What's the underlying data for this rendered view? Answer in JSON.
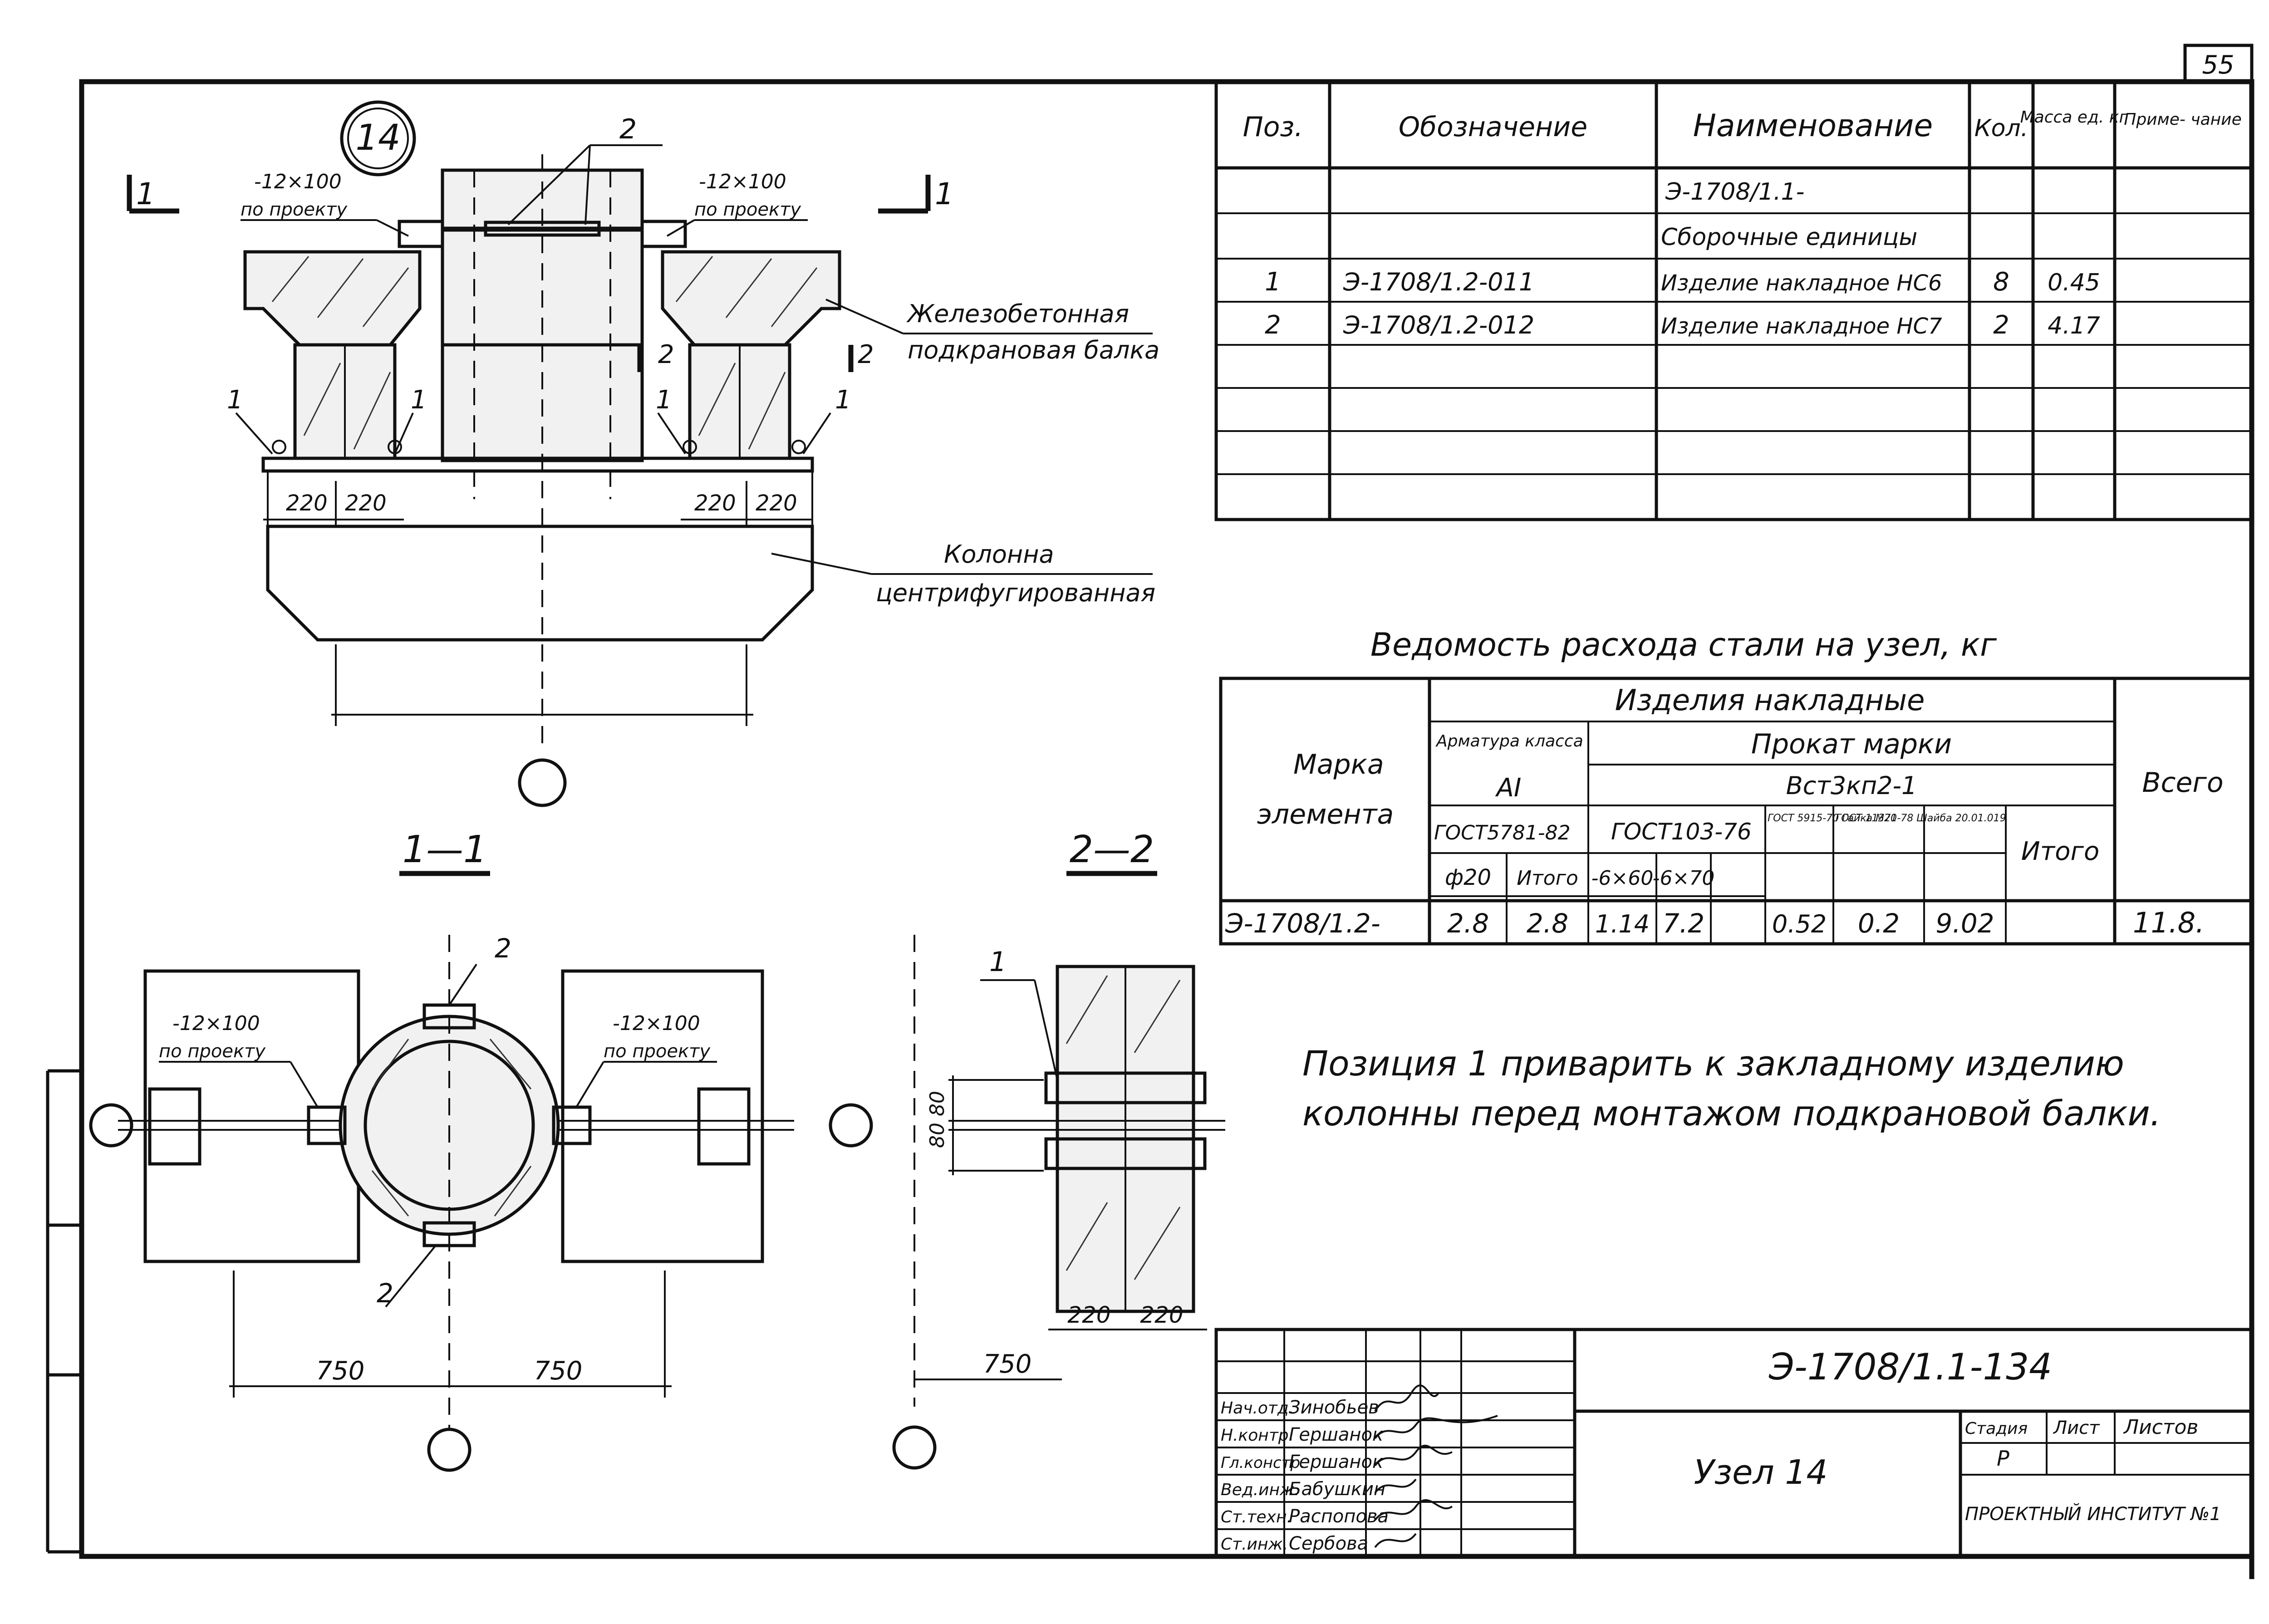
{
  "sheet": {
    "page_number": "55",
    "node_number": "14",
    "section_cuts": {
      "c1": "1",
      "c2": "2",
      "c1_title": "1—1",
      "c2_title": "2—2"
    }
  },
  "elevation": {
    "plate_left": [
      "-12×100",
      "по проекту"
    ],
    "plate_right": [
      "-12×100",
      "по проекту"
    ],
    "pos_1": "1",
    "pos_2": "2",
    "dims": [
      "220",
      "220",
      "220",
      "220"
    ],
    "beam_label": [
      "Железобетонная",
      "подкрановая балка"
    ],
    "column_label": [
      "Колонна",
      "центрифугированная"
    ]
  },
  "section_1_1": {
    "plate_left": [
      "-12×100",
      "по проекту"
    ],
    "plate_right": [
      "-12×100",
      "по проекту"
    ],
    "pos_2_top": "2",
    "pos_2_bottom": "2",
    "dims": [
      "750",
      "750"
    ]
  },
  "section_2_2": {
    "pos_1": "1",
    "dim_v": "80 80",
    "dims": [
      "220",
      "220"
    ],
    "dim_h": "750"
  },
  "spec_table": {
    "headers": [
      "Поз.",
      "Обозначение",
      "Наименование",
      "Кол.",
      "Масса ед. кг",
      "Приме- чание"
    ],
    "rows": [
      [
        "",
        "",
        "Э-1708/1.1-",
        "",
        "",
        ""
      ],
      [
        "",
        "",
        "Сборочные единицы",
        "",
        "",
        ""
      ],
      [
        "1",
        "Э-1708/1.2-011",
        "Изделие накладное НС6",
        "8",
        "0.45",
        ""
      ],
      [
        "2",
        "Э-1708/1.2-012",
        "Изделие накладное НС7",
        "2",
        "4.17",
        ""
      ]
    ]
  },
  "steel_table": {
    "title": "Ведомость расхода стали на узел, кг",
    "h_group": "Изделия накладные",
    "h_mark": [
      "Марка",
      "элемента"
    ],
    "h_rebar": "Арматура класса",
    "h_rebar_class": "АI",
    "h_rolled": "Прокат марки",
    "h_rolled_grade": "Вст3кп2-1",
    "h_gost_rebar": "ГОСТ5781-82",
    "h_gost_103": "ГОСТ103-76",
    "h_gost_5915": "ГОСТ 5915-70 Гайка М20",
    "h_gost_11371": "ГОСТ 11371-78 Шайба 20.01.019",
    "h_phi20": "ф20",
    "h_itogo": "Итого",
    "h_6x60": "-6×60",
    "h_6x70": "-6×70",
    "h_itogo2": "Итого",
    "h_total": "Всего",
    "row": [
      "Э-1708/1.2-",
      "2.8",
      "2.8",
      "1.14",
      "7.2",
      "",
      "0.52",
      "0.2",
      "9.02",
      "11.8."
    ]
  },
  "note": [
    "Позиция 1 приварить к закладному изделию",
    "колонны  перед монтажом подкрановой балки."
  ],
  "title_block": {
    "doc_code": "Э-1708/1.1-134",
    "title": "Узел 14",
    "stage_label": "Стадия",
    "sheet_label": "Лист",
    "sheets_label": "Листов",
    "stage_value": "Р",
    "org": "ПРОЕКТНЫЙ ИНСТИТУТ №1",
    "roles": [
      "Нач.отд.",
      "Н.контр.",
      "Гл.констр.",
      "Вед.инж.",
      "Ст.техн.",
      "Ст.инж."
    ],
    "names": [
      "Зинобьев",
      "Гершанок",
      "Гершанок",
      "Бабушкин",
      "Распопова",
      "Сербова"
    ]
  }
}
